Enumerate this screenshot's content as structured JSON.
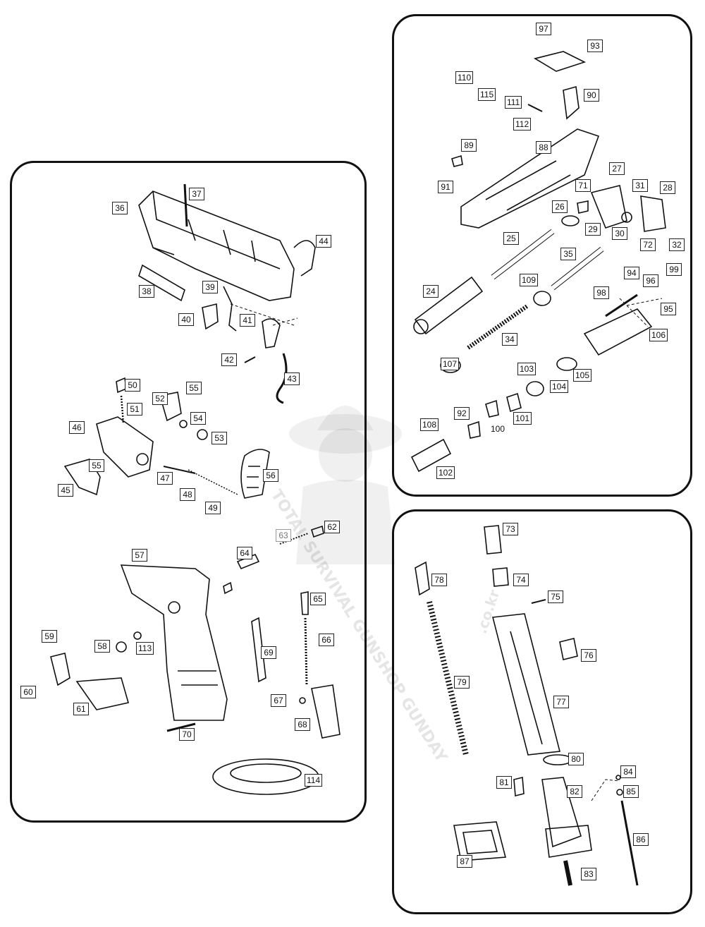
{
  "watermark": {
    "text_main": "TOTAL SURVIVAL GUNSHOP GUNDAY",
    "text_domain": ".co.kr"
  },
  "colors": {
    "ink": "#111111",
    "paper": "#ffffff"
  },
  "panels": [
    {
      "id": "frame",
      "labels": [
        {
          "n": "36",
          "boxed": true
        },
        {
          "n": "37",
          "boxed": true
        },
        {
          "n": "38",
          "boxed": true
        },
        {
          "n": "39",
          "boxed": true
        },
        {
          "n": "40",
          "boxed": true
        },
        {
          "n": "41",
          "boxed": true
        },
        {
          "n": "42",
          "boxed": true
        },
        {
          "n": "43",
          "boxed": true
        },
        {
          "n": "44",
          "boxed": true
        },
        {
          "n": "45",
          "boxed": true
        },
        {
          "n": "46",
          "boxed": true
        },
        {
          "n": "47",
          "boxed": true
        },
        {
          "n": "48",
          "boxed": true
        },
        {
          "n": "49",
          "boxed": true
        },
        {
          "n": "50",
          "boxed": true
        },
        {
          "n": "51",
          "boxed": true
        },
        {
          "n": "52",
          "boxed": true
        },
        {
          "n": "53",
          "boxed": true
        },
        {
          "n": "54",
          "boxed": true
        },
        {
          "n": "55",
          "boxed": true
        },
        {
          "n": "55",
          "boxed": true
        },
        {
          "n": "56",
          "boxed": true
        },
        {
          "n": "57",
          "boxed": true
        },
        {
          "n": "58",
          "boxed": true
        },
        {
          "n": "59",
          "boxed": true
        },
        {
          "n": "60",
          "boxed": true
        },
        {
          "n": "61",
          "boxed": true
        },
        {
          "n": "62",
          "boxed": true
        },
        {
          "n": "63",
          "boxed": true
        },
        {
          "n": "64",
          "boxed": true
        },
        {
          "n": "65",
          "boxed": true
        },
        {
          "n": "66",
          "boxed": true
        },
        {
          "n": "67",
          "boxed": true
        },
        {
          "n": "68",
          "boxed": true
        },
        {
          "n": "69",
          "boxed": true
        },
        {
          "n": "70",
          "boxed": true
        },
        {
          "n": "113",
          "boxed": true
        },
        {
          "n": "114",
          "boxed": true
        }
      ]
    },
    {
      "id": "slide",
      "labels": [
        {
          "n": "97",
          "boxed": true
        },
        {
          "n": "93",
          "boxed": true
        },
        {
          "n": "110",
          "boxed": true
        },
        {
          "n": "115",
          "boxed": true
        },
        {
          "n": "111",
          "boxed": true
        },
        {
          "n": "90",
          "boxed": true
        },
        {
          "n": "112",
          "boxed": true
        },
        {
          "n": "89",
          "boxed": true
        },
        {
          "n": "88",
          "boxed": true
        },
        {
          "n": "91",
          "boxed": true
        },
        {
          "n": "27",
          "boxed": true
        },
        {
          "n": "71",
          "boxed": true
        },
        {
          "n": "31",
          "boxed": true
        },
        {
          "n": "28",
          "boxed": true
        },
        {
          "n": "26",
          "boxed": true
        },
        {
          "n": "29",
          "boxed": true
        },
        {
          "n": "30",
          "boxed": true
        },
        {
          "n": "72",
          "boxed": true
        },
        {
          "n": "32",
          "boxed": true
        },
        {
          "n": "25",
          "boxed": true
        },
        {
          "n": "35",
          "boxed": true
        },
        {
          "n": "94",
          "boxed": true
        },
        {
          "n": "96",
          "boxed": true
        },
        {
          "n": "99",
          "boxed": true
        },
        {
          "n": "24",
          "boxed": true
        },
        {
          "n": "109",
          "boxed": true
        },
        {
          "n": "98",
          "boxed": true
        },
        {
          "n": "95",
          "boxed": true
        },
        {
          "n": "106",
          "boxed": true
        },
        {
          "n": "34",
          "boxed": true
        },
        {
          "n": "107",
          "boxed": true
        },
        {
          "n": "103",
          "boxed": true
        },
        {
          "n": "105",
          "boxed": true
        },
        {
          "n": "104",
          "boxed": true
        },
        {
          "n": "92",
          "boxed": true
        },
        {
          "n": "101",
          "boxed": true
        },
        {
          "n": "108",
          "boxed": true
        },
        {
          "n": "100",
          "boxed": false
        },
        {
          "n": "102",
          "boxed": true
        }
      ]
    },
    {
      "id": "magazine",
      "labels": [
        {
          "n": "73",
          "boxed": true
        },
        {
          "n": "74",
          "boxed": true
        },
        {
          "n": "78",
          "boxed": true
        },
        {
          "n": "75",
          "boxed": true
        },
        {
          "n": "76",
          "boxed": true
        },
        {
          "n": "79",
          "boxed": true
        },
        {
          "n": "77",
          "boxed": true
        },
        {
          "n": "80",
          "boxed": true
        },
        {
          "n": "84",
          "boxed": true
        },
        {
          "n": "81",
          "boxed": true
        },
        {
          "n": "82",
          "boxed": true
        },
        {
          "n": "85",
          "boxed": true
        },
        {
          "n": "86",
          "boxed": true
        },
        {
          "n": "87",
          "boxed": true
        },
        {
          "n": "83",
          "boxed": true
        }
      ]
    }
  ]
}
